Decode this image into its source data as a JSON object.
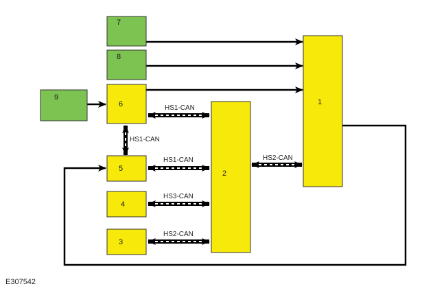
{
  "diagram": {
    "colors": {
      "green": "#7dc352",
      "yellow": "#f7ea0a",
      "stroke": "#333333",
      "line": "#000000"
    },
    "boxes": [
      {
        "id": "1",
        "label": "1",
        "color": "yellow"
      },
      {
        "id": "2",
        "label": "2",
        "color": "yellow"
      },
      {
        "id": "3",
        "label": "3",
        "color": "yellow"
      },
      {
        "id": "4",
        "label": "4",
        "color": "yellow"
      },
      {
        "id": "5",
        "label": "5",
        "color": "yellow"
      },
      {
        "id": "6",
        "label": "6",
        "color": "yellow"
      },
      {
        "id": "7",
        "label": "7",
        "color": "green"
      },
      {
        "id": "8",
        "label": "8",
        "color": "green"
      },
      {
        "id": "9",
        "label": "9",
        "color": "green"
      }
    ],
    "buses": {
      "b6_2": "HS1-CAN",
      "b6_5": "HS1-CAN",
      "b5_2": "HS1-CAN",
      "b4_2": "HS3-CAN",
      "b3_2": "HS2-CAN",
      "b2_1": "HS2-CAN"
    },
    "connections": [
      {
        "from": "7",
        "to": "1",
        "type": "arrow"
      },
      {
        "from": "8",
        "to": "1",
        "type": "arrow"
      },
      {
        "from": "6",
        "to": "1",
        "type": "arrow"
      },
      {
        "from": "9",
        "to": "6",
        "type": "arrow"
      },
      {
        "from": "1",
        "to": "5",
        "type": "arrow"
      }
    ]
  },
  "figure_id": "E307542"
}
